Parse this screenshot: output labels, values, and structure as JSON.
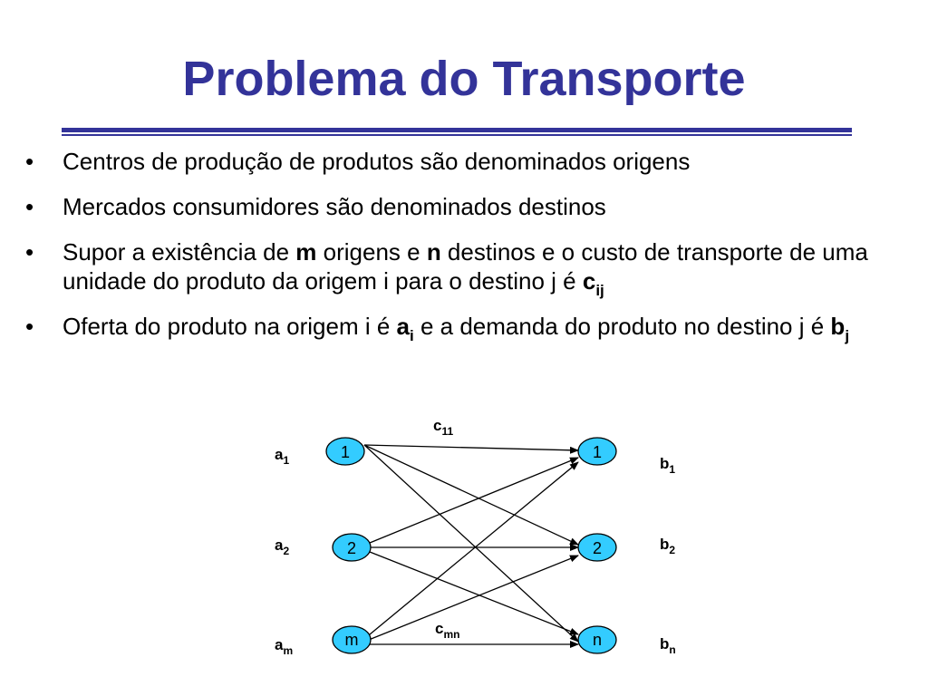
{
  "title": "Problema do Transporte",
  "bullets": [
    {
      "text": "Centros de produção de produtos são denominados origens"
    },
    {
      "text": "Mercados consumidores são denominados destinos"
    },
    {
      "part1": "Supor a existência de ",
      "m": "m",
      "part2": " origens e ",
      "n": "n",
      "part3": " destinos e o custo de transporte de uma unidade do produto da origem i para o destino j é ",
      "c": "c",
      "c_sub": "ij"
    },
    {
      "part1": "Oferta do produto na origem i é ",
      "a": "a",
      "a_sub": "i",
      "part2": " e a demanda do produto no destino j é ",
      "b": "b",
      "b_sub": "j"
    }
  ],
  "diagram": {
    "origins": [
      "1",
      "2",
      "m"
    ],
    "destinations": [
      "1",
      "2",
      "n"
    ],
    "supply_labels": [
      {
        "base": "a",
        "sub": "1"
      },
      {
        "base": "a",
        "sub": "2"
      },
      {
        "base": "a",
        "sub": "m"
      }
    ],
    "demand_labels": [
      {
        "base": "b",
        "sub": "1"
      },
      {
        "base": "b",
        "sub": "2"
      },
      {
        "base": "b",
        "sub": "n"
      }
    ],
    "cost_labels": [
      {
        "base": "c",
        "sub": "11"
      },
      {
        "base": "c",
        "sub": "mn"
      }
    ],
    "node_fill": "#33ccff"
  }
}
